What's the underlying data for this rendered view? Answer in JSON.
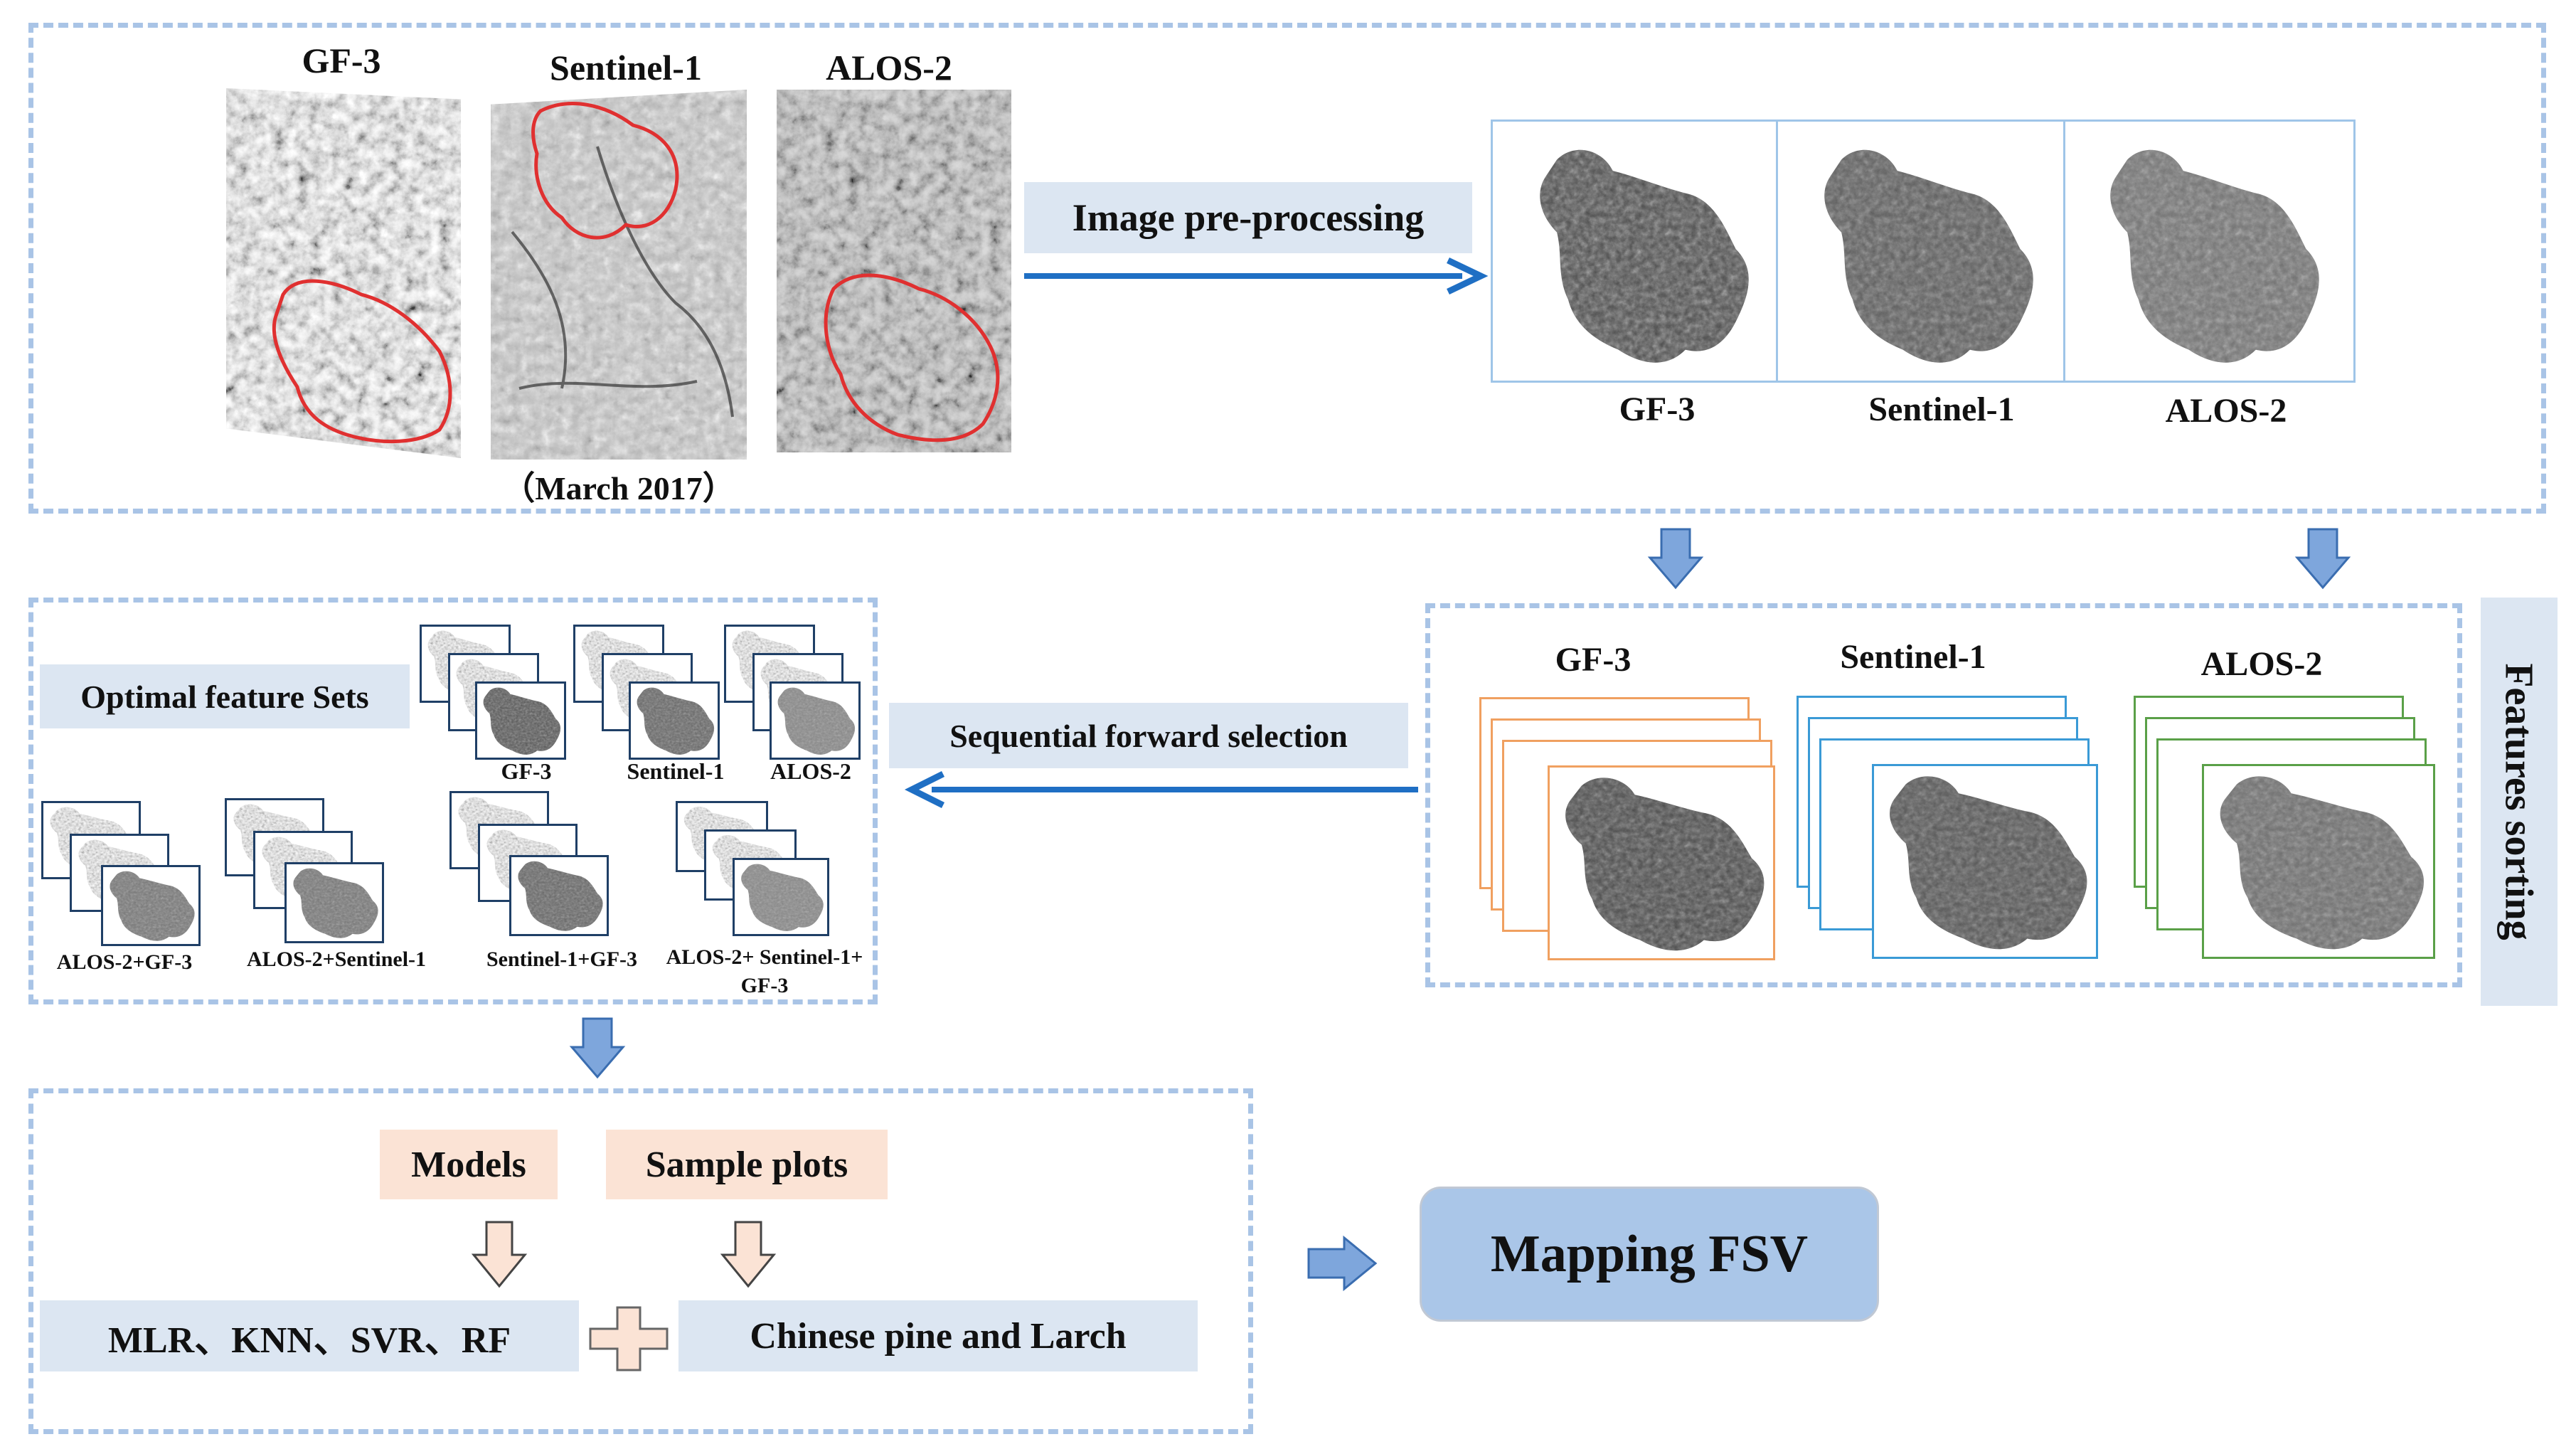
{
  "top_panel": {
    "raw_titles": [
      "GF-3",
      "Sentinel-1",
      "ALOS-2"
    ],
    "date_caption": "（March 2017）",
    "preprocessing_label": "Image pre-processing",
    "processed_titles": [
      "GF-3",
      "Sentinel-1",
      "ALOS-2"
    ]
  },
  "features_panel": {
    "side_label": "Features sorting",
    "stack_titles": [
      "GF-3",
      "Sentinel-1",
      "ALOS-2"
    ],
    "stack_colors": {
      "GF-3": "#f0a060",
      "Sentinel-1": "#3a9ad6",
      "ALOS-2": "#5aa048"
    }
  },
  "selection": {
    "label": "Sequential forward selection"
  },
  "optimal_panel": {
    "title": "Optimal feature Sets",
    "single_sets": [
      "GF-3",
      "Sentinel-1",
      "ALOS-2"
    ],
    "combo_sets": [
      "ALOS-2+GF-3",
      "ALOS-2+Sentinel-1",
      "Sentinel-1+GF-3",
      "ALOS-2+ Sentinel-1+ GF-3"
    ]
  },
  "model_panel": {
    "models_label": "Models",
    "samples_label": "Sample plots",
    "models_list": "MLR、KNN、SVR、RF",
    "species": "Chinese pine and Larch",
    "plus_symbol": "+"
  },
  "output": {
    "label": "Mapping FSV"
  },
  "colors": {
    "dashed_border": "#a9c4e6",
    "label_fill": "#dce6f2",
    "peach_fill": "#fbe3d5",
    "arrow_blue": "#1f6fc4",
    "block_arrow_fill": "#7ea6dc",
    "output_fill": "#aac6e8",
    "study_area_outline": "#e03030"
  }
}
